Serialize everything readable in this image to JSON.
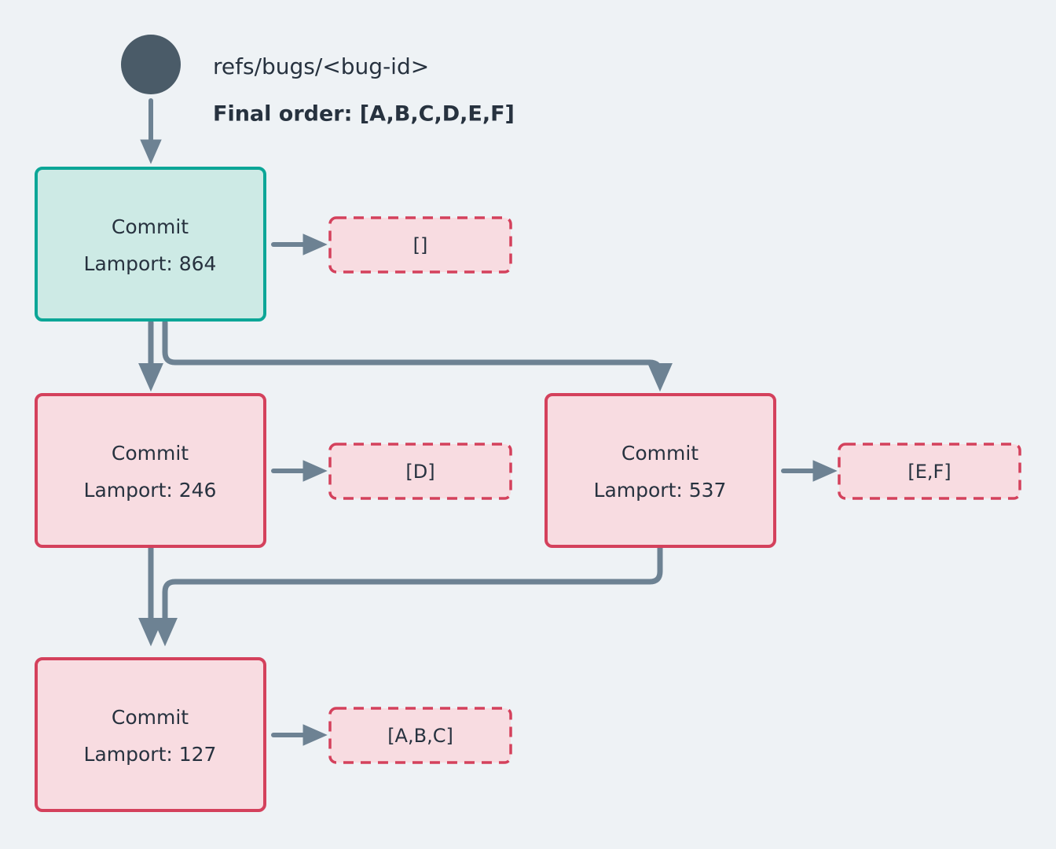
{
  "theme": {
    "background": "#eef2f5",
    "root_node_fill": "#4a5b68",
    "head_commit_fill": "#cdeae5",
    "head_commit_stroke": "#0ca697",
    "commit_fill": "#f8dce1",
    "commit_stroke": "#d4415c",
    "ops_fill": "#f8dce1",
    "ops_stroke": "#d4415c",
    "edge_color": "#6d8293",
    "text_color": "#27323f"
  },
  "header": {
    "ref_label": "refs/bugs/<bug-id>",
    "final_order_label": "Final order: [A,B,C,D,E,F]",
    "root_icon": "filled-circle-node"
  },
  "nodes": [
    {
      "id": "head",
      "title": "Commit",
      "lamport_label": "Lamport: 864",
      "lamport_value": 864,
      "ops_label": "[]",
      "ops": [],
      "is_head": true
    },
    {
      "id": "c246",
      "title": "Commit",
      "lamport_label": "Lamport: 246",
      "lamport_value": 246,
      "ops_label": "[D]",
      "ops": [
        "D"
      ],
      "is_head": false
    },
    {
      "id": "c537",
      "title": "Commit",
      "lamport_label": "Lamport: 537",
      "lamport_value": 537,
      "ops_label": "[E,F]",
      "ops": [
        "E",
        "F"
      ],
      "is_head": false
    },
    {
      "id": "c127",
      "title": "Commit",
      "lamport_label": "Lamport: 127",
      "lamport_value": 127,
      "ops_label": "[A,B,C]",
      "ops": [
        "A",
        "B",
        "C"
      ],
      "is_head": false
    }
  ],
  "edges": [
    {
      "from": "root",
      "to": "head"
    },
    {
      "from": "head",
      "to": "c246"
    },
    {
      "from": "head",
      "to": "c537"
    },
    {
      "from": "c246",
      "to": "c127"
    },
    {
      "from": "c537",
      "to": "c127"
    },
    {
      "from": "head",
      "to": "head-ops"
    },
    {
      "from": "c246",
      "to": "c246-ops"
    },
    {
      "from": "c537",
      "to": "c537-ops"
    },
    {
      "from": "c127",
      "to": "c127-ops"
    }
  ]
}
